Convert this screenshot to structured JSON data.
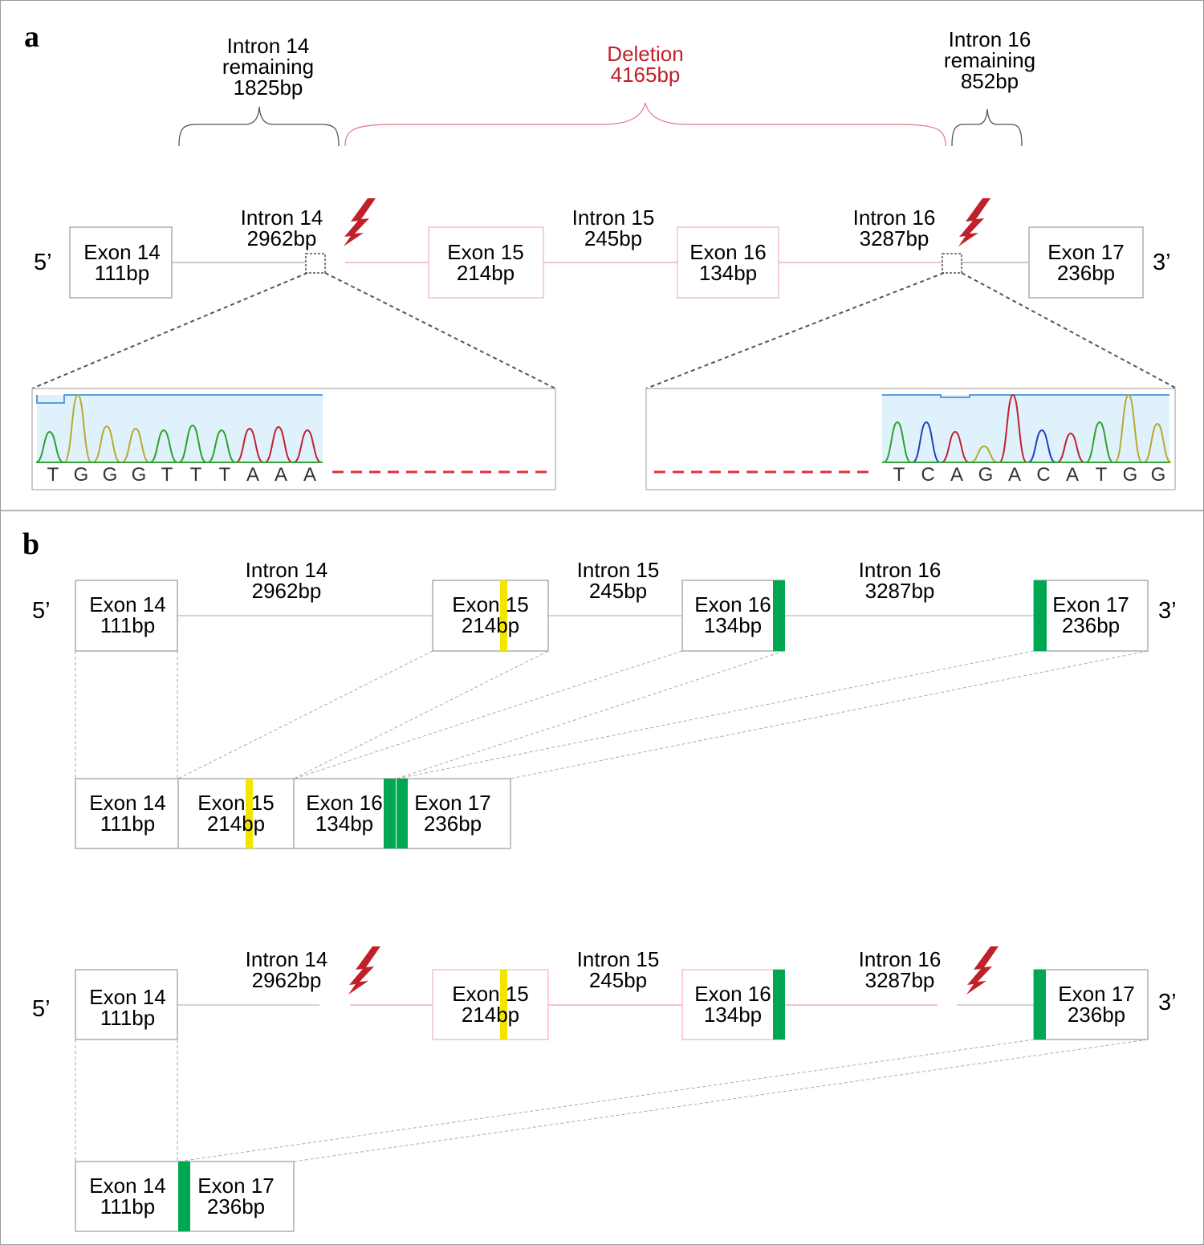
{
  "panel_a": {
    "letter": "a",
    "bracket_left": {
      "line1": "Intron 14",
      "line2": "remaining",
      "line3": "1825bp"
    },
    "bracket_mid": {
      "line1": "Deletion",
      "line2": "4165bp"
    },
    "bracket_right": {
      "line1": "Intron 16",
      "line2": "remaining",
      "line3": "852bp"
    },
    "five_prime": "5’",
    "three_prime": "3’",
    "exon14": {
      "name": "Exon 14",
      "size": "111bp"
    },
    "exon15": {
      "name": "Exon 15",
      "size": "214bp"
    },
    "exon16": {
      "name": "Exon 16",
      "size": "134bp"
    },
    "exon17": {
      "name": "Exon 17",
      "size": "236bp"
    },
    "intron14": {
      "name": "Intron 14",
      "size": "2962bp"
    },
    "intron15": {
      "name": "Intron 15",
      "size": "245bp"
    },
    "intron16": {
      "name": "Intron 16",
      "size": "3287bp"
    },
    "seq_left": [
      "T",
      "G",
      "G",
      "G",
      "T",
      "T",
      "T",
      "A",
      "A",
      "A"
    ],
    "seq_right": [
      "T",
      "C",
      "A",
      "G",
      "A",
      "C",
      "A",
      "T",
      "G",
      "G"
    ]
  },
  "panel_b": {
    "letter": "b",
    "five_prime": "5’",
    "three_prime": "3’",
    "exon14": {
      "name": "Exon 14",
      "size": "111bp"
    },
    "exon15": {
      "name": "Exon 15",
      "size": "214bp"
    },
    "exon16": {
      "name": "Exon 16",
      "size": "134bp"
    },
    "exon17": {
      "name": "Exon 17",
      "size": "236bp"
    },
    "intron14": {
      "name": "Intron 14",
      "size": "2962bp"
    },
    "intron15": {
      "name": "Intron 15",
      "size": "245bp"
    },
    "intron16": {
      "name": "Intron 16",
      "size": "3287bp"
    }
  },
  "colors": {
    "deletion_red": "#c0202a",
    "exon_border": "#999999",
    "deleted_exon_border": "#f0b0b8",
    "yellow_marker": "#f2e600",
    "green_marker": "#00a651",
    "trace_A": "#2ca02c",
    "trace_C": "#1f3fbf",
    "trace_G": "#b8a830",
    "trace_T": "#c02030",
    "quality_fill": "#dff2fb",
    "quality_line": "#4a90e2",
    "lightning": "#c0202a"
  }
}
